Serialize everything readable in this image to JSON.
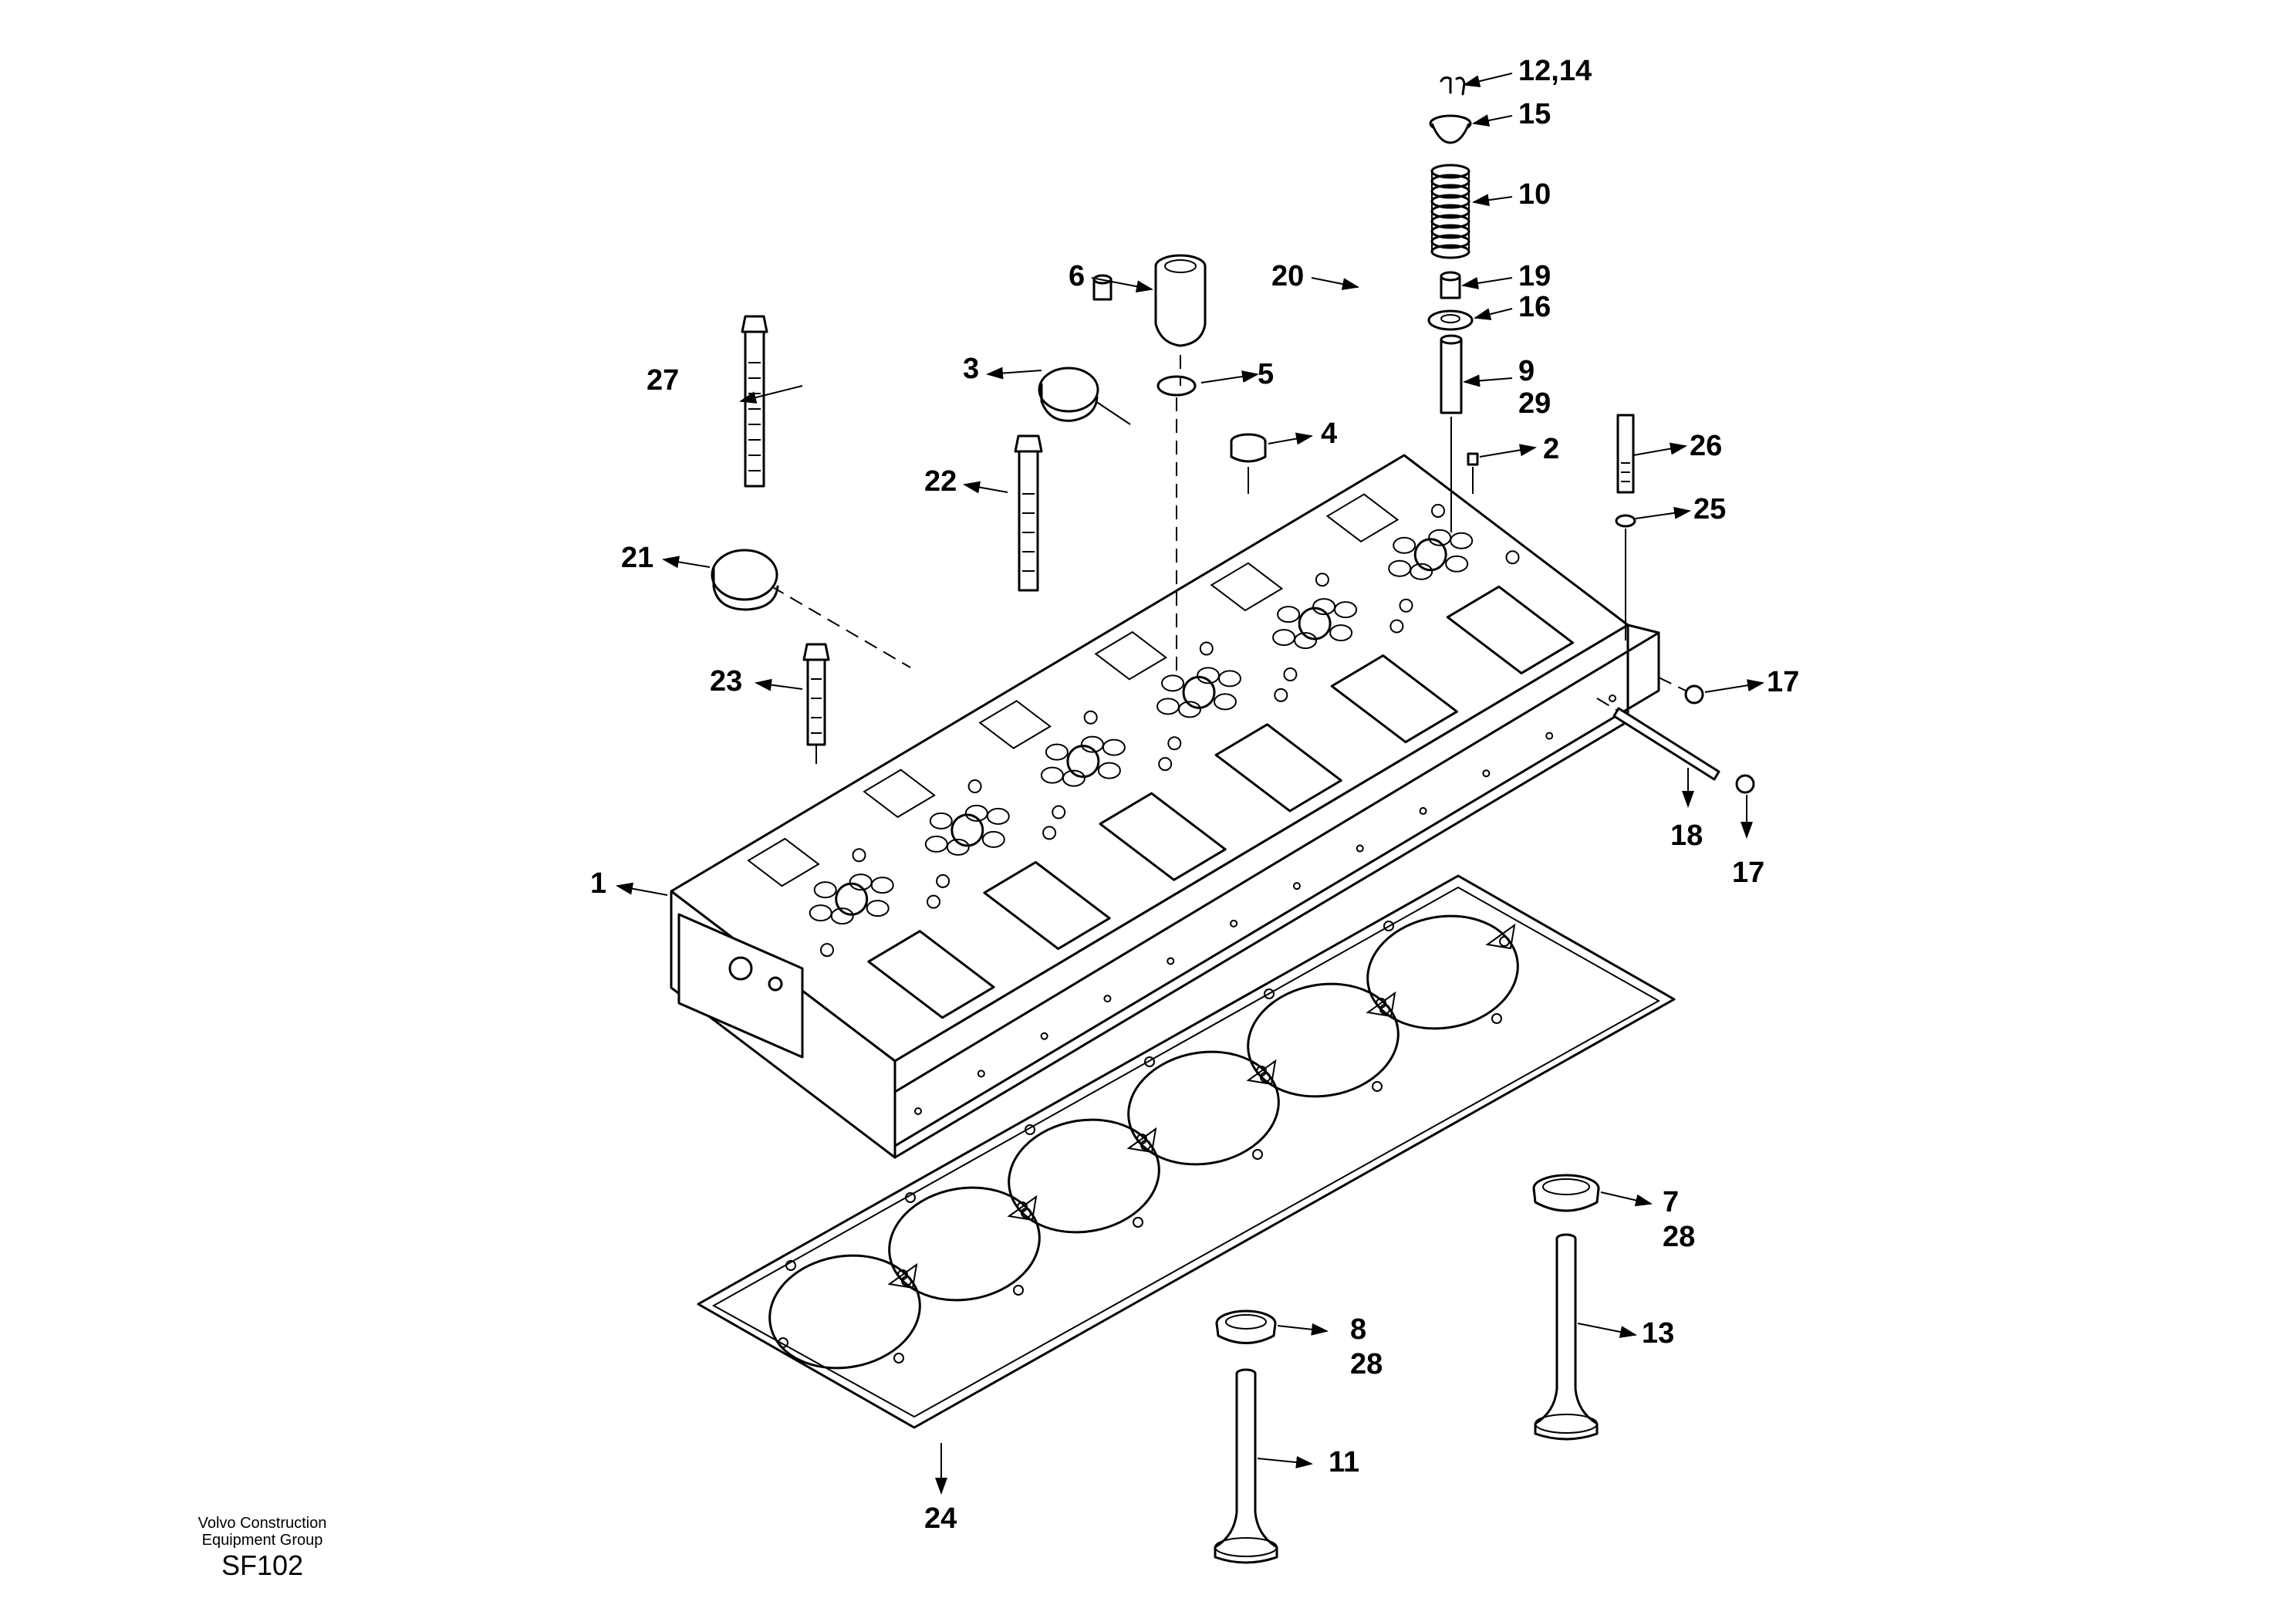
{
  "callouts": [
    {
      "id": "c-12-14",
      "text": "12,14"
    },
    {
      "id": "c-15",
      "text": "15"
    },
    {
      "id": "c-10",
      "text": "10"
    },
    {
      "id": "c-6",
      "text": "6"
    },
    {
      "id": "c-20",
      "text": "20"
    },
    {
      "id": "c-19",
      "text": "19"
    },
    {
      "id": "c-16",
      "text": "16"
    },
    {
      "id": "c-27",
      "text": "27"
    },
    {
      "id": "c-3",
      "text": "3"
    },
    {
      "id": "c-5",
      "text": "5"
    },
    {
      "id": "c-9",
      "text": "9"
    },
    {
      "id": "c-29",
      "text": "29"
    },
    {
      "id": "c-4",
      "text": "4"
    },
    {
      "id": "c-2",
      "text": "2"
    },
    {
      "id": "c-26",
      "text": "26"
    },
    {
      "id": "c-22",
      "text": "22"
    },
    {
      "id": "c-25",
      "text": "25"
    },
    {
      "id": "c-21",
      "text": "21"
    },
    {
      "id": "c-23",
      "text": "23"
    },
    {
      "id": "c-17a",
      "text": "17"
    },
    {
      "id": "c-18",
      "text": "18"
    },
    {
      "id": "c-17b",
      "text": "17"
    },
    {
      "id": "c-1",
      "text": "1"
    },
    {
      "id": "c-7",
      "text": "7"
    },
    {
      "id": "c-28a",
      "text": "28"
    },
    {
      "id": "c-13",
      "text": "13"
    },
    {
      "id": "c-8",
      "text": "8"
    },
    {
      "id": "c-28b",
      "text": "28"
    },
    {
      "id": "c-11",
      "text": "11"
    },
    {
      "id": "c-24",
      "text": "24"
    }
  ],
  "footer": {
    "line1": "Volvo Construction",
    "line2": "Equipment Group",
    "code": "SF102"
  }
}
